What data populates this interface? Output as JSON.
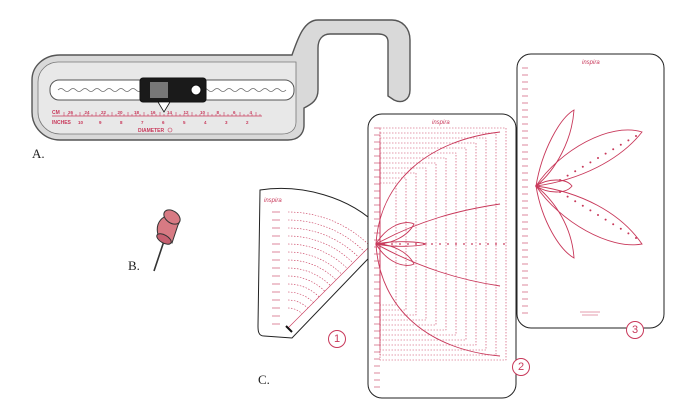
{
  "labels": {
    "a": "A.",
    "b": "B.",
    "c": "C."
  },
  "circle_cutter": {
    "cm_label": "CM",
    "inches_label": "INCHES",
    "diameter_label": "DIAMETER",
    "cm_ticks": [
      "26",
      "24",
      "22",
      "20",
      "18",
      "16",
      "14",
      "12",
      "10",
      "8",
      "6",
      "4"
    ],
    "inch_ticks": [
      "10",
      "9",
      "8",
      "7",
      "6",
      "5",
      "4",
      "3",
      "2"
    ]
  },
  "templates": {
    "brand": "inspira",
    "badges": [
      "1",
      "2",
      "3"
    ]
  },
  "colors": {
    "accent": "#c8385a",
    "tool_gray": "#d9d9d9",
    "tool_outline": "#555555",
    "slider_dark": "#1a1a1a",
    "pin_red": "#d77a83"
  }
}
